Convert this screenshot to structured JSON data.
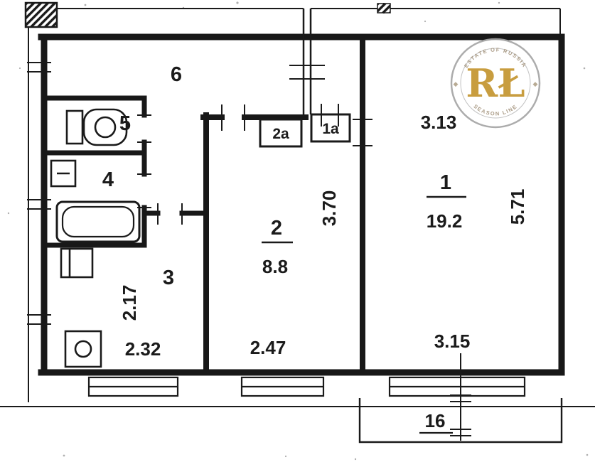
{
  "rooms": {
    "r1": {
      "label": "1",
      "area": "19.2"
    },
    "r2": {
      "label": "2",
      "area": "8.8"
    },
    "r3": {
      "label": "3"
    },
    "r4": {
      "label": "4"
    },
    "r5": {
      "label": "5"
    },
    "r6": {
      "label": "6"
    },
    "r2a": {
      "label": "2а"
    },
    "r1a": {
      "label": "1а"
    },
    "balcony": {
      "label": "16"
    }
  },
  "dims": {
    "top_right": "3.13",
    "right_side": "5.71",
    "room2_depth": "3.70",
    "kitchen_depth": "2.17",
    "kitchen_width": "2.32",
    "room2_width": "2.47",
    "balcony_width": "3.15"
  },
  "watermark": {
    "letters": "RŁ",
    "arc_top": "ESTATE OF RUSSIA",
    "arc_bottom": "SEASON LINE",
    "diamond": "◆"
  },
  "colors": {
    "ink": "#1a1a1a",
    "paper": "#ffffff",
    "gold": "#c4952f"
  }
}
